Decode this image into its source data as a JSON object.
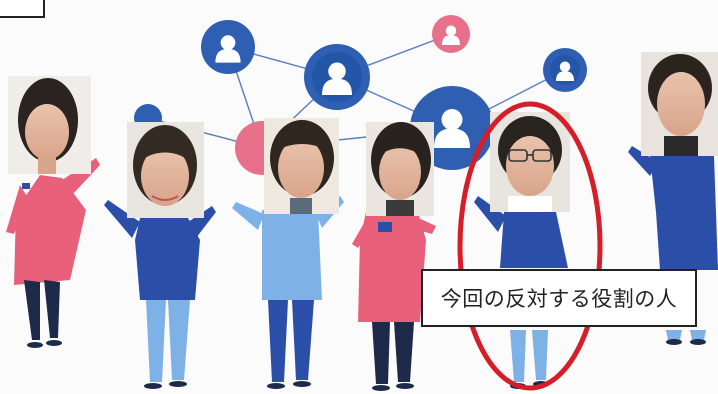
{
  "caption": {
    "text": "今回の反対する役割の人"
  },
  "colors": {
    "network_blue": "#2f5fb3",
    "network_pink": "#e8708a",
    "highlight_red": "#d41e28",
    "shirt_pink": "#e8607a",
    "shirt_blue": "#2b4fa8",
    "pants_light_blue": "#7eb2e6",
    "pants_navy": "#1e2a4a"
  },
  "icons": [
    "person-node-icon"
  ],
  "people": [
    {
      "shirt": "pink",
      "pants": "navy"
    },
    {
      "shirt": "blue",
      "pants": "light-blue"
    },
    {
      "shirt": "light-blue",
      "pants": "navy"
    },
    {
      "shirt": "pink",
      "pants": "navy"
    },
    {
      "shirt": "blue",
      "pants": "light-blue"
    },
    {
      "shirt": "blue",
      "pants": "light-blue"
    }
  ]
}
